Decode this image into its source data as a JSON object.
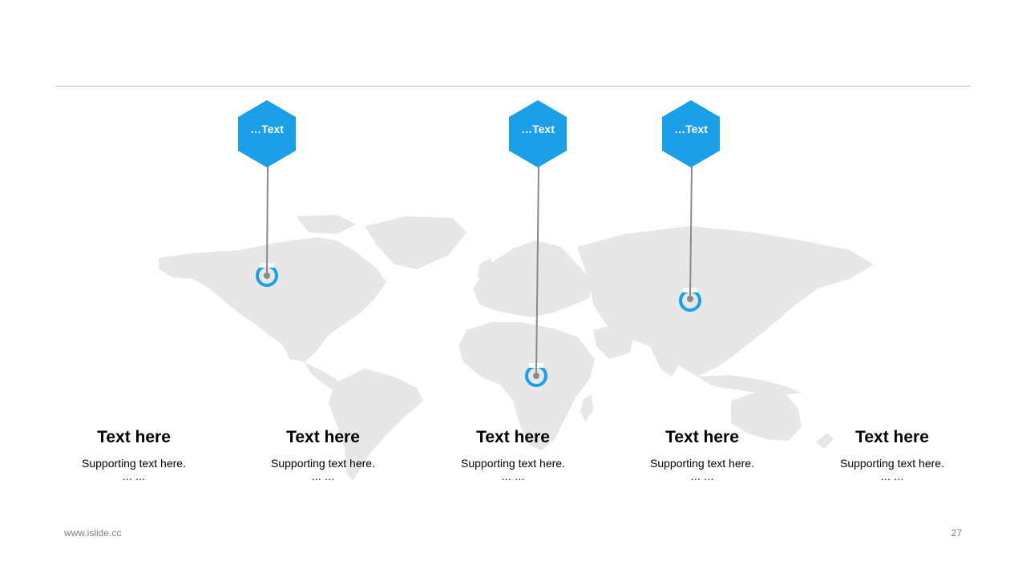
{
  "colors": {
    "accent": "#1b9fe6",
    "map": "#e7e7e7",
    "line": "#8a8a8a"
  },
  "pins": [
    {
      "label": "…Text"
    },
    {
      "label": "…Text"
    },
    {
      "label": "…Text"
    }
  ],
  "columns": [
    {
      "title": "Text here",
      "subtitle": "Supporting text here.",
      "more": "… …"
    },
    {
      "title": "Text here",
      "subtitle": "Supporting text here.",
      "more": "… …"
    },
    {
      "title": "Text here",
      "subtitle": "Supporting text here.",
      "more": "… …"
    },
    {
      "title": "Text here",
      "subtitle": "Supporting text here.",
      "more": "… …"
    },
    {
      "title": "Text here",
      "subtitle": "Supporting text here.",
      "more": "… …"
    }
  ],
  "footer": {
    "site": "www.islide.cc",
    "page": "27"
  }
}
